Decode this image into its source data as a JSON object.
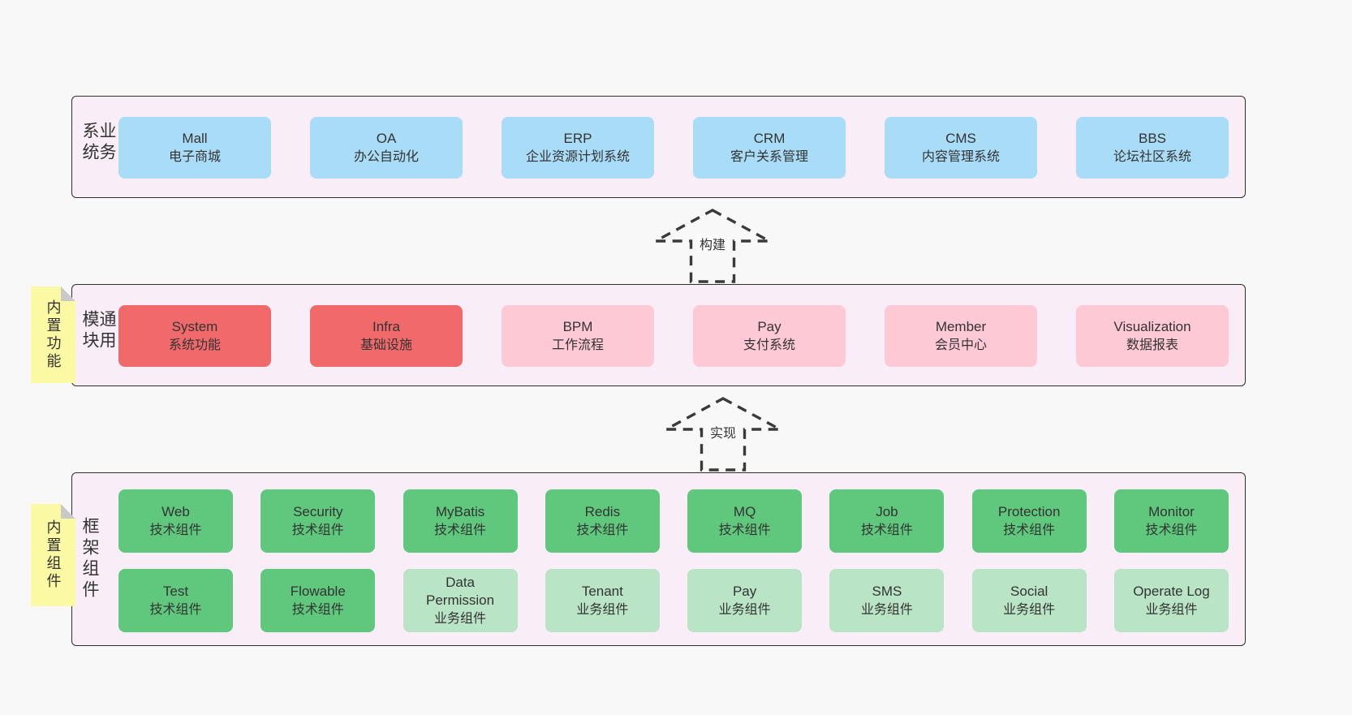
{
  "colors": {
    "page_bg": "#f8f8f8",
    "band_bg": "#f9eef7",
    "band_border": "#2e2e2e",
    "box_blue": "#a9dcf6",
    "box_red": "#f0696b",
    "box_pink": "#fcc9d5",
    "box_green": "#5fc87d",
    "box_light_green": "#b9e4c5",
    "note_yellow": "#fbf9a3",
    "text": "#333333"
  },
  "band1": {
    "label": "业务系统",
    "boxes": [
      {
        "title": "Mall",
        "subtitle": "电子商城"
      },
      {
        "title": "OA",
        "subtitle": "办公自动化"
      },
      {
        "title": "ERP",
        "subtitle": "企业资源计划系统"
      },
      {
        "title": "CRM",
        "subtitle": "客户关系管理"
      },
      {
        "title": "CMS",
        "subtitle": "内容管理系统"
      },
      {
        "title": "BBS",
        "subtitle": "论坛社区系统"
      }
    ]
  },
  "arrow1": {
    "label": "构建"
  },
  "band2": {
    "label": "通用模块",
    "note": "内置功能",
    "boxes": [
      {
        "title": "System",
        "subtitle": "系统功能"
      },
      {
        "title": "Infra",
        "subtitle": "基础设施"
      },
      {
        "title": "BPM",
        "subtitle": "工作流程"
      },
      {
        "title": "Pay",
        "subtitle": "支付系统"
      },
      {
        "title": "Member",
        "subtitle": "会员中心"
      },
      {
        "title": "Visualization",
        "subtitle": "数据报表"
      }
    ]
  },
  "arrow2": {
    "label": "实现"
  },
  "band3": {
    "label": "框架组件",
    "note": "内置组件",
    "row1": [
      {
        "title": "Web",
        "subtitle": "技术组件"
      },
      {
        "title": "Security",
        "subtitle": "技术组件"
      },
      {
        "title": "MyBatis",
        "subtitle": "技术组件"
      },
      {
        "title": "Redis",
        "subtitle": "技术组件"
      },
      {
        "title": "MQ",
        "subtitle": "技术组件"
      },
      {
        "title": "Job",
        "subtitle": "技术组件"
      },
      {
        "title": "Protection",
        "subtitle": "技术组件"
      },
      {
        "title": "Monitor",
        "subtitle": "技术组件"
      }
    ],
    "row2": [
      {
        "title": "Test",
        "subtitle": "技术组件"
      },
      {
        "title": "Flowable",
        "subtitle": "技术组件"
      },
      {
        "title": "Data\nPermission",
        "subtitle": "业务组件"
      },
      {
        "title": "Tenant",
        "subtitle": "业务组件"
      },
      {
        "title": "Pay",
        "subtitle": "业务组件"
      },
      {
        "title": "SMS",
        "subtitle": "业务组件"
      },
      {
        "title": "Social",
        "subtitle": "业务组件"
      },
      {
        "title": "Operate Log",
        "subtitle": "业务组件"
      }
    ]
  }
}
